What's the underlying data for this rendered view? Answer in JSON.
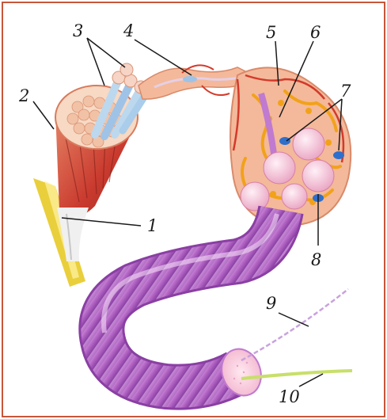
{
  "frame_color": "#c8563a",
  "labels": {
    "l1": "1",
    "l2": "2",
    "l3": "3",
    "l4": "4",
    "l5": "5",
    "l6": "6",
    "l7": "7",
    "l8": "8",
    "l9": "9",
    "l10": "10"
  },
  "colors": {
    "muscle": "#c93a2e",
    "muscle_light": "#e88a6a",
    "tendon": "#e9cf3b",
    "fiber": "#bcd8ee",
    "tube": "#c07ad0",
    "tube_stripe": "#9b52b4",
    "gland": "#f3b99a",
    "cell": "#f6c6d8",
    "fat": "#f2a21a",
    "vessel": "#d33a2a",
    "blue": "#2f6fcc"
  }
}
